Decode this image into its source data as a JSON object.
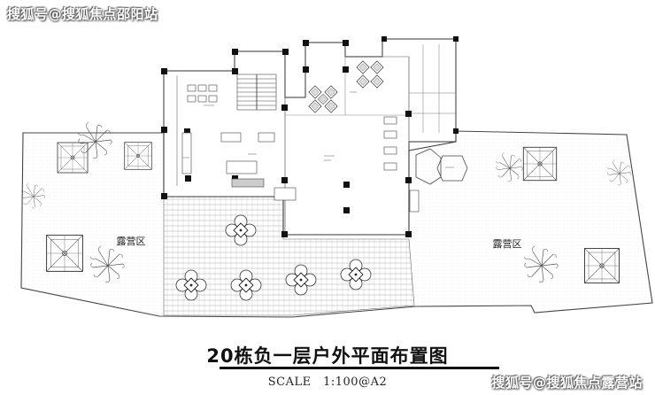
{
  "watermark_top": "搜狐号@搜狐焦点邵阳站",
  "watermark_bottom": "搜狐号@搜狐焦点露营站",
  "drawing": {
    "title": "20栋负一层户外平面布置图",
    "scale": "SCALE　1:100@A2",
    "zones": {
      "camp_left": "露营区",
      "camp_right": "露营区"
    }
  },
  "colors": {
    "line": "#333333",
    "hatch": "#9a9a9a",
    "wall": "#111111"
  }
}
